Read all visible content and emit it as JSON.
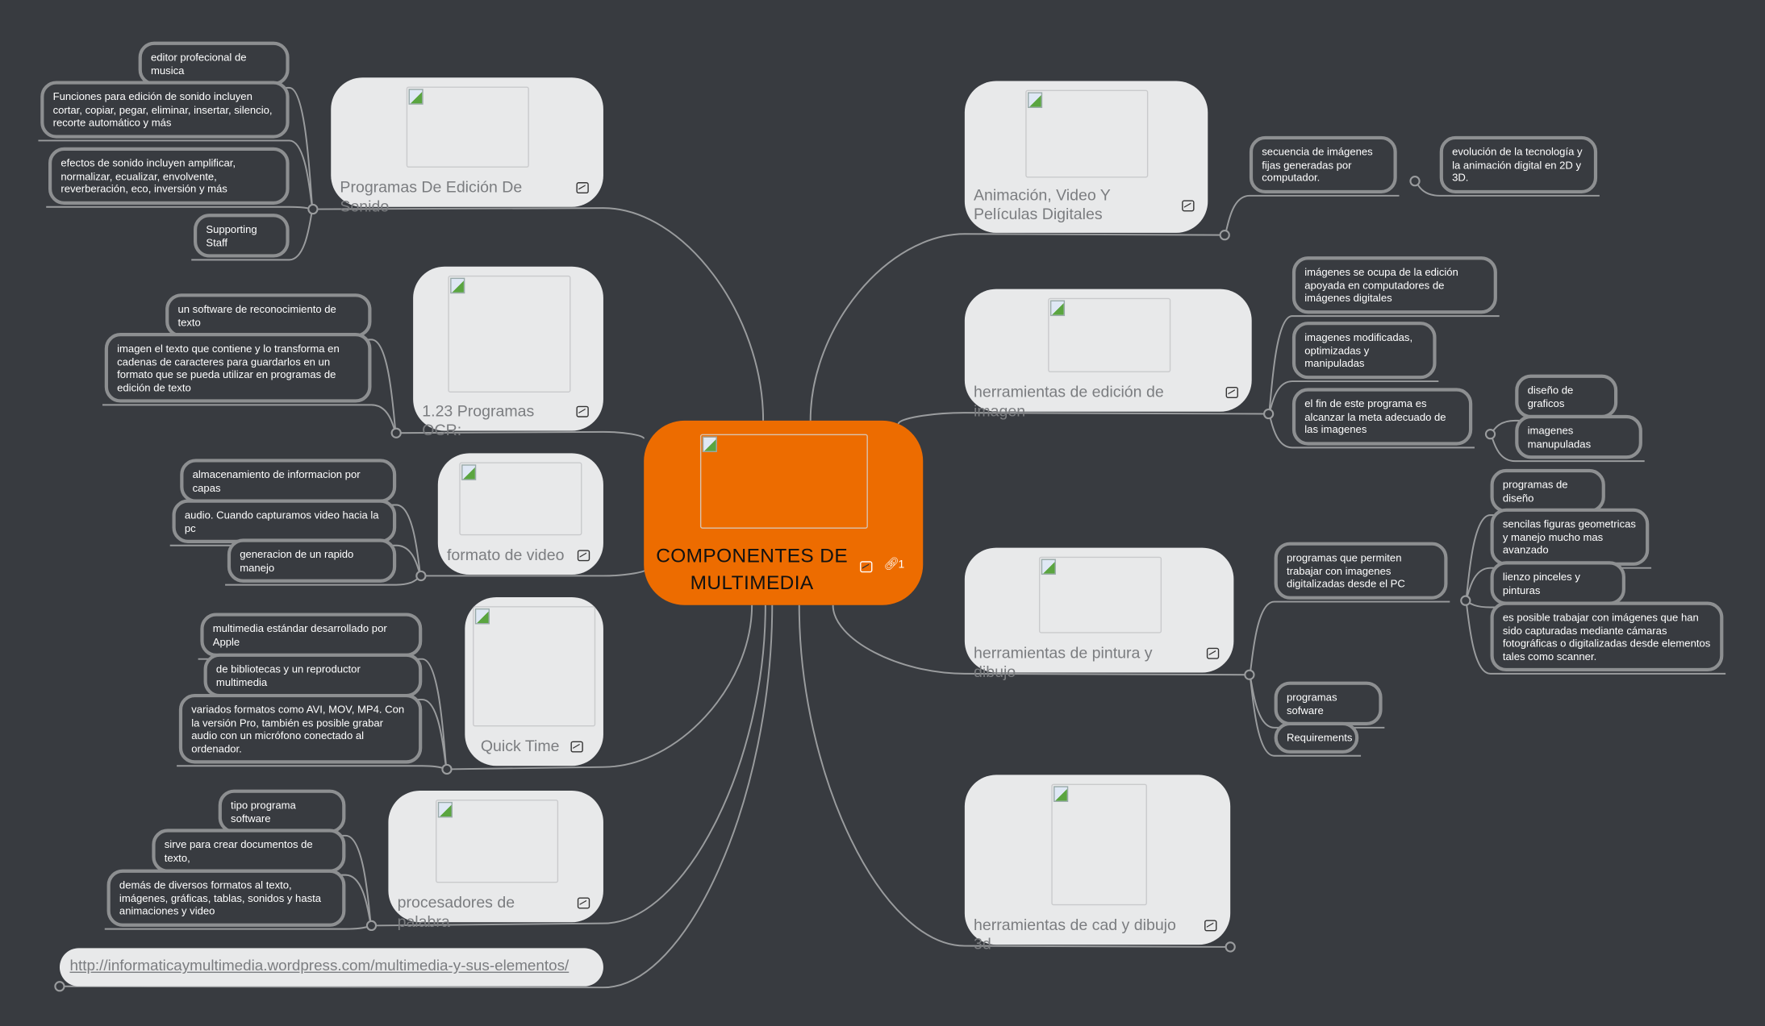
{
  "central": {
    "title": "COMPONENTES DE MULTIMEDIA",
    "link_count": "1",
    "color": "#ED6C00"
  },
  "topics": {
    "sonido": {
      "label": "Programas De Edición De Sonido",
      "children": [
        "editor profecional de musica",
        "Funciones para edición de sonido incluyen cortar, copiar, pegar, eliminar, insertar, silencio, recorte automático y más",
        "efectos de sonido incluyen amplificar, normalizar, ecualizar, envolvente, reverberación, eco, inversión y más",
        "Supporting Staff"
      ]
    },
    "ocr": {
      "label": "1.23 Programas OCR:",
      "children": [
        "un software de reconocimiento de texto",
        "imagen el texto que contiene y lo transforma en cadenas de caracteres para guardarlos en un formato que se pueda utilizar en programas de edición de texto"
      ]
    },
    "video": {
      "label": "formato de video",
      "children": [
        "almacenamiento de informacion por capas",
        "audio. Cuando capturamos video hacia la pc",
        "generacion de un rapido manejo"
      ]
    },
    "quicktime": {
      "label": "Quick Time",
      "children": [
        "multimedia estándar desarrollado por Apple",
        "de bibliotecas y un reproductor multimedia",
        "variados formatos como AVI, MOV, MP4. Con la versión Pro, también es posible grabar audio con un micrófono conectado al ordenador."
      ]
    },
    "procesadores": {
      "label": "procesadores de palabra",
      "children": [
        "tipo programa software",
        "sirve para crear documentos de texto,",
        "demás de diversos formatos al texto, imágenes, gráficas, tablas, sonidos y hasta animaciones y video"
      ]
    },
    "link": {
      "label": "http://informaticaymultimedia.wordpress.com/multimedia-y-sus-elementos/"
    },
    "animacion": {
      "label": "Animación, Video Y Películas Digitales",
      "children": [
        "secuencia de imágenes fijas generadas por computador."
      ],
      "grandchildren": [
        "evolución de la tecnología y la animación digital en 2D y 3D."
      ]
    },
    "edicion": {
      "label": "herramientas de edición de imagen",
      "children": [
        "imágenes se ocupa de la edición apoyada en computadores de imágenes digitales",
        "imagenes modificadas, optimizadas y manipuladas",
        "el fin de este programa es alcanzar la meta adecuado de las imagenes"
      ],
      "grandchildren": [
        "diseño de graficos",
        "imagenes manupuladas"
      ]
    },
    "pintura": {
      "label": "herramientas de pintura y dibujo",
      "children": [
        "programas que permiten trabajar con imagenes digitalizadas desde el PC",
        "programas sofware",
        "Requirements"
      ],
      "grandchildren": [
        "programas de diseño",
        "sencilas figuras geometricas y manejo mucho mas avanzado",
        "lienzo pinceles y pinturas",
        "es posible trabajar con imágenes que han sido capturadas mediante cámaras fotográficas o digitalizadas desde elementos tales como scanner."
      ]
    },
    "cad": {
      "label": "herramientas de cad y dibujo 3d"
    }
  }
}
